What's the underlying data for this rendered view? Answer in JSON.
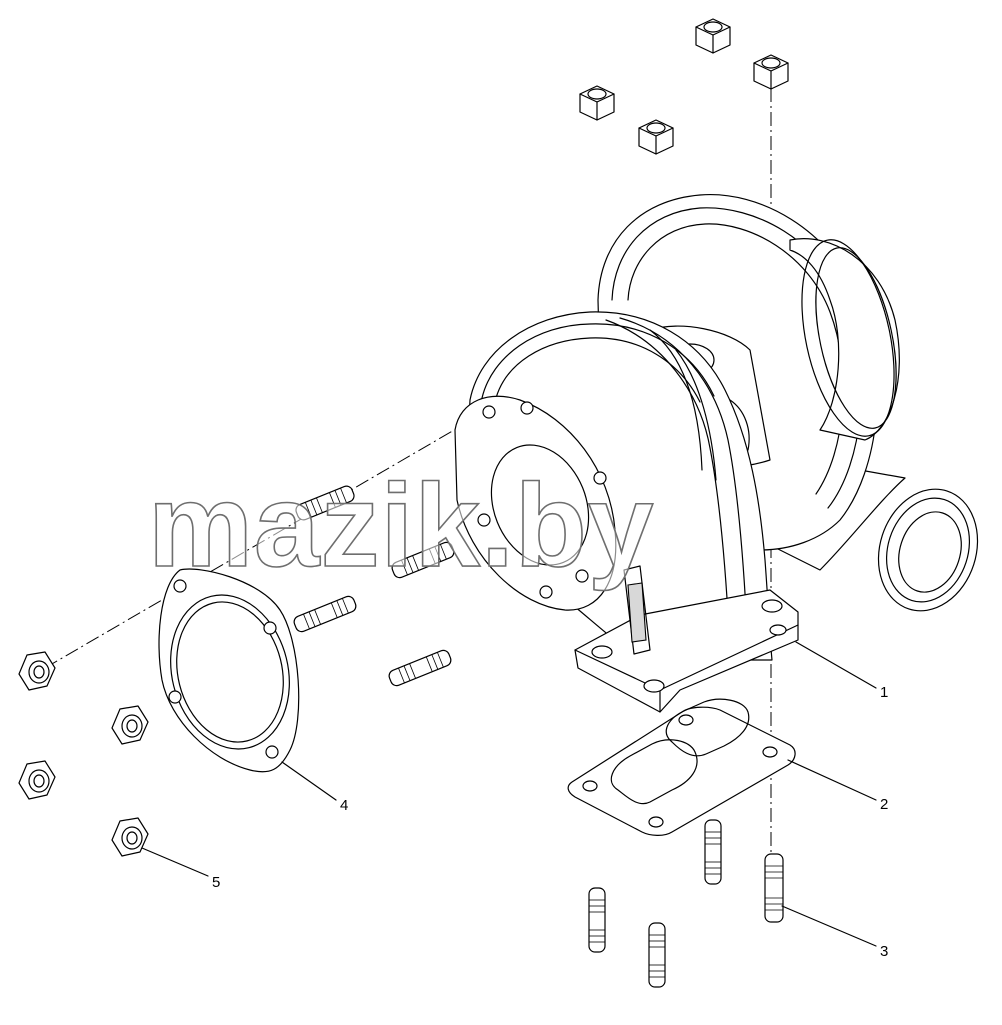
{
  "watermark": {
    "text": "mazik.by"
  },
  "colors": {
    "line": "#000000",
    "background": "#ffffff",
    "watermark_outline": "#6e6e6e"
  },
  "callouts": [
    {
      "id": "c1",
      "label": "1"
    },
    {
      "id": "c2",
      "label": "2"
    },
    {
      "id": "c3",
      "label": "3"
    },
    {
      "id": "c4",
      "label": "4"
    },
    {
      "id": "c5",
      "label": "5"
    }
  ]
}
